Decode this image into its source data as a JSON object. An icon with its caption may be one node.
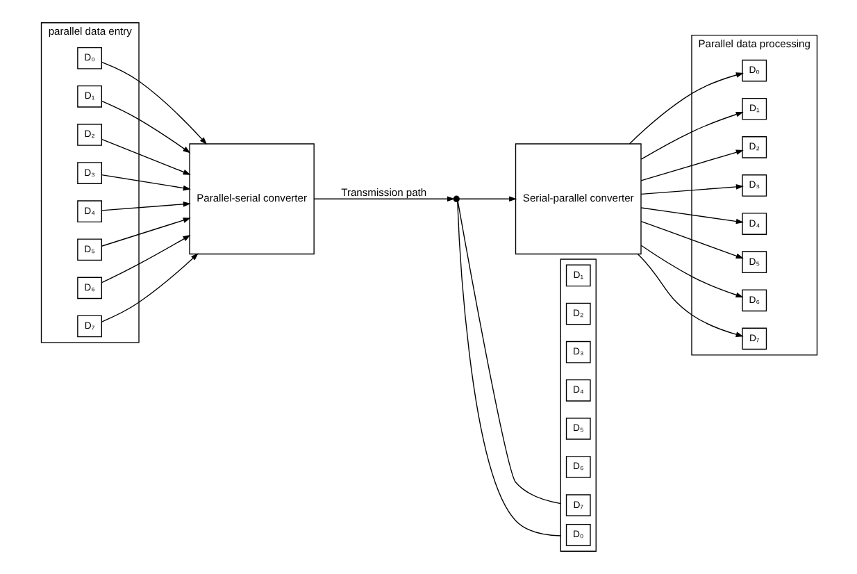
{
  "diagram": {
    "nodes": [
      {
        "text": [
          "parallel data entry"
        ]
      },
      {
        "text": [
          "D₇"
        ],
        "in": 0
      },
      {
        "text": [
          "D₆"
        ],
        "in": 0
      },
      {
        "text": [
          "D₅"
        ],
        "in": 0
      },
      {
        "text": [
          "D₄"
        ],
        "in": 0
      },
      {
        "text": [
          "D₃"
        ],
        "in": 0
      },
      {
        "text": [
          "D₂"
        ],
        "in": 0
      },
      {
        "text": [
          "D₁"
        ],
        "in": 0
      },
      {
        "text": [
          "D₀"
        ],
        "in": 0
      },
      {
        "text": [
          "Parallel-serial converter"
        ]
      },
      {
        "text": [],
        "shape": "break"
      },
      {
        "text": [
          "Serial-parallel converter"
        ]
      },
      {
        "text": [],
        "shape": "box"
      },
      {
        "text": [
          "D₇"
        ],
        "in": 12
      },
      {
        "text": [
          "D₆"
        ],
        "in": 12
      },
      {
        "text": [
          "D₅"
        ],
        "in": 12
      },
      {
        "text": [
          "D₄"
        ],
        "in": 12
      },
      {
        "text": [
          "D₃"
        ],
        "in": 12
      },
      {
        "text": [
          "D₂"
        ],
        "in": 12
      },
      {
        "text": [
          "D₁"
        ],
        "in": 12
      },
      {
        "text": [
          "D₀"
        ],
        "in": 12
      },
      {
        "text": [
          "Parallel data processing"
        ]
      },
      {
        "text": [
          "D₀"
        ],
        "in": 21
      },
      {
        "text": [
          "D₁"
        ],
        "in": 21
      },
      {
        "text": [
          "D₂"
        ],
        "in": 21
      },
      {
        "text": [
          "D₃"
        ],
        "in": 21
      },
      {
        "text": [
          "D₄"
        ],
        "in": 21
      },
      {
        "text": [
          "D₅"
        ],
        "in": 21
      },
      {
        "text": [
          "D₆"
        ],
        "in": 21
      },
      {
        "text": [
          "D₇"
        ],
        "in": 21
      }
    ],
    "edges": [
      {
        "from": 8,
        "to": 9,
        "arrow": "to"
      },
      {
        "from": 7,
        "to": 9,
        "arrow": "to"
      },
      {
        "from": 6,
        "to": 9,
        "arrow": "to"
      },
      {
        "from": 5,
        "to": 9,
        "arrow": "to"
      },
      {
        "from": 4,
        "to": 9,
        "arrow": "to"
      },
      {
        "from": 3,
        "to": 9,
        "arrow": "to"
      },
      {
        "from": 2,
        "to": 9,
        "arrow": "to"
      },
      {
        "from": 1,
        "to": 9,
        "arrow": "to"
      },
      {
        "from": 9,
        "to": 10,
        "arrow": "to",
        "label": "Transmission path"
      },
      {
        "from": 10,
        "to": 11,
        "arrow": "to"
      },
      {
        "from": 10,
        "to": 12,
        "arrow": "none"
      },
      {
        "from": 10,
        "to": 12,
        "arrow": "none"
      },
      {
        "from": 11,
        "to": 22,
        "arrow": "to"
      },
      {
        "from": 11,
        "to": 23,
        "arrow": "to"
      },
      {
        "from": 11,
        "to": 24,
        "arrow": "to"
      },
      {
        "from": 11,
        "to": 25,
        "arrow": "to"
      },
      {
        "from": 11,
        "to": 26,
        "arrow": "to"
      },
      {
        "from": 11,
        "to": 27,
        "arrow": "to"
      },
      {
        "from": 11,
        "to": 28,
        "arrow": "to"
      },
      {
        "from": 11,
        "to": 29,
        "arrow": "to"
      }
    ]
  }
}
